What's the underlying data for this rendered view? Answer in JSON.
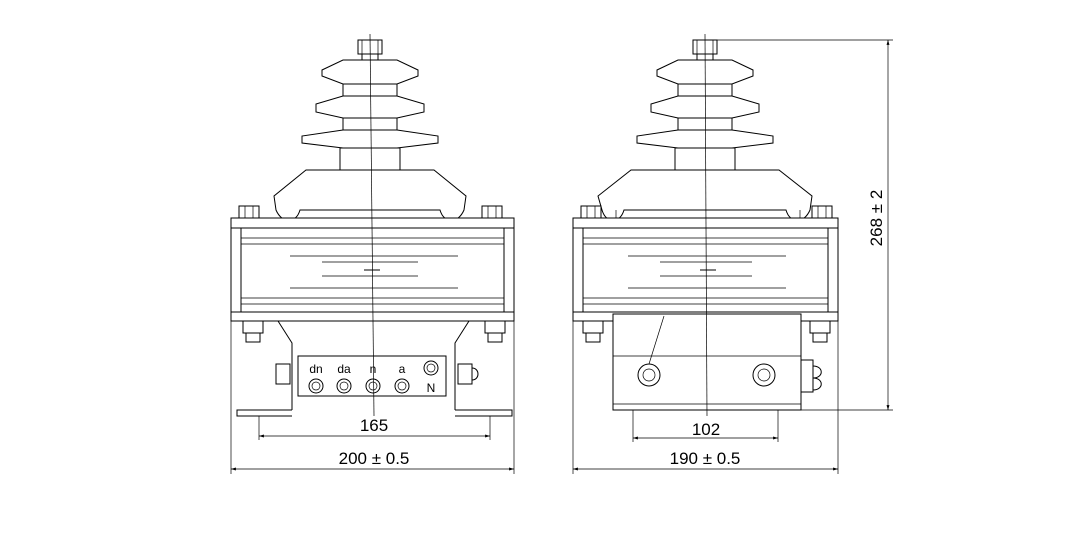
{
  "drawing": {
    "front_view": {
      "terminals": [
        "dn",
        "da",
        "n",
        "a",
        "N"
      ],
      "dim_mount_spacing": "165",
      "dim_width": "200 ± 0.5"
    },
    "side_view": {
      "dim_mount_spacing": "102",
      "dim_width": "190 ± 0.5",
      "dim_height": "268 ± 2"
    }
  },
  "colors": {
    "line": "#000000",
    "background": "#ffffff"
  }
}
